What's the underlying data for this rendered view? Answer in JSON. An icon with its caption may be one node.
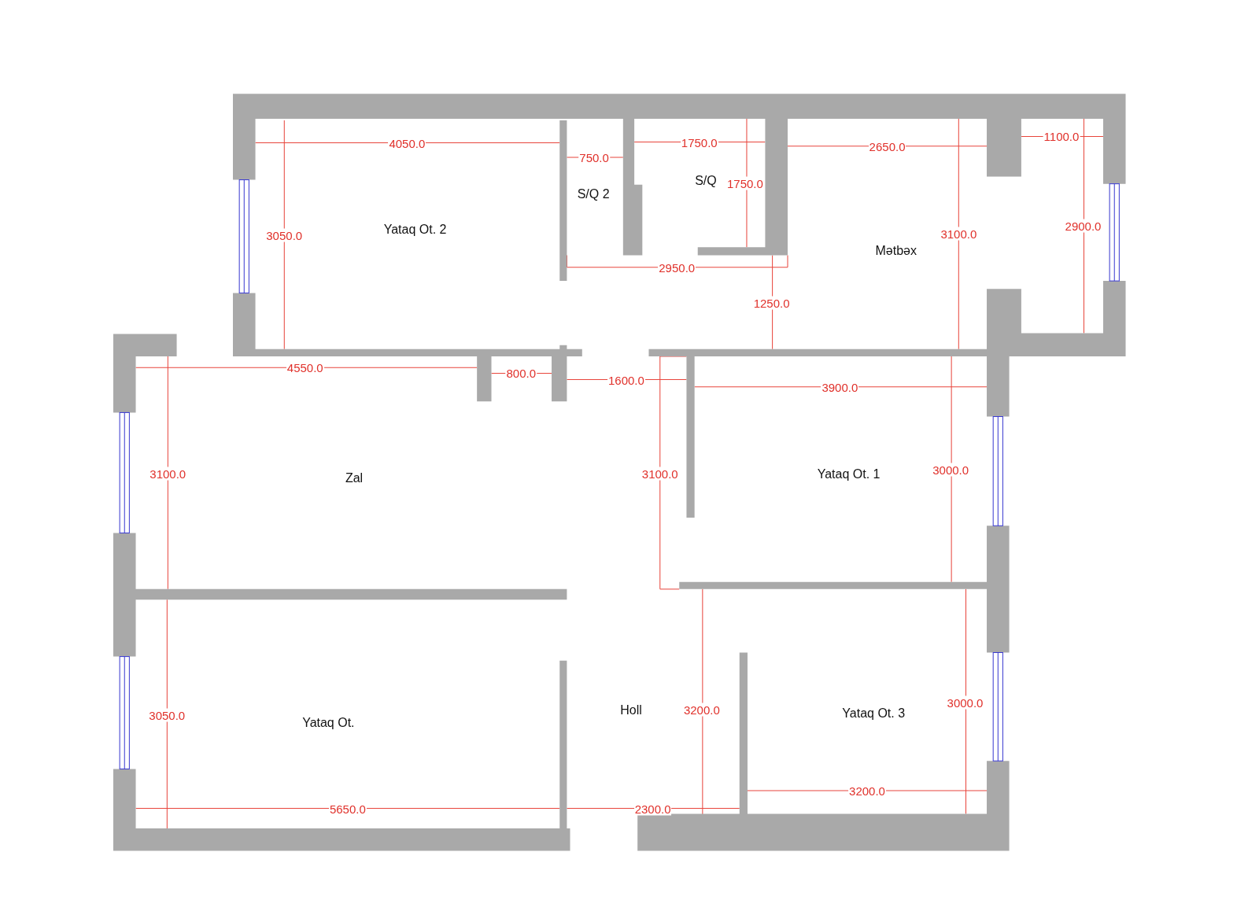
{
  "diagram": {
    "labels": [
      "4050.0",
      "750.0",
      "1750.0",
      "2650.0",
      "1100.0",
      "S/Q 2",
      "S/Q",
      "1750.0",
      "3050.0",
      "Yataq Ot. 2",
      "Mətbəx",
      "3100.0",
      "2900.0",
      "2950.0",
      "1250.0",
      "4550.0",
      "800.0",
      "1600.0",
      "3900.0",
      "3100.0",
      "Zal",
      "3100.0",
      "Yataq Ot. 1",
      "3000.0",
      "3050.0",
      "Yataq Ot.",
      "Holl",
      "3200.0",
      "Yataq Ot. 3",
      "3000.0",
      "3200.0",
      "5650.0",
      "2300.0"
    ]
  }
}
